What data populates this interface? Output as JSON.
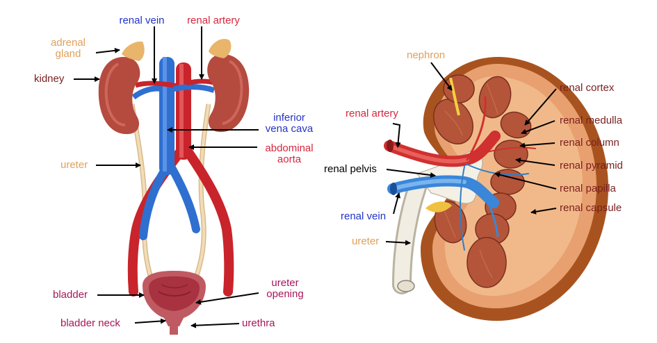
{
  "colors": {
    "label_red": "#d7263d",
    "label_blue": "#2233c8",
    "label_maroon": "#7a1e1e",
    "label_magenta": "#a8155a",
    "label_orange": "#e0a05a",
    "label_black": "#000000",
    "artery": "#c9242b",
    "vein": "#2f6fd0",
    "ureter_tube": "#e8cfa0",
    "kidney": "#b54a3f",
    "bladder": "#b8434f",
    "capsule": "#a8531f"
  },
  "left_diagram": {
    "renal_vein": "renal vein",
    "renal_artery": "renal artery",
    "adrenal_gland_line1": "adrenal",
    "adrenal_gland_line2": "gland",
    "kidney": "kidney",
    "inferior_vena_cava_line1": "inferior",
    "inferior_vena_cava_line2": "vena cava",
    "abdominal_aorta_line1": "abdominal",
    "abdominal_aorta_line2": "aorta",
    "ureter": "ureter",
    "bladder": "bladder",
    "ureter_opening_line1": "ureter",
    "ureter_opening_line2": "opening",
    "bladder_neck": "bladder neck",
    "urethra": "urethra"
  },
  "right_diagram": {
    "nephron": "nephron",
    "renal_cortex": "renal cortex",
    "renal_artery": "renal artery",
    "renal_medulla": "renal medulla",
    "renal_column": "renal column",
    "renal_pelvis": "renal pelvis",
    "renal_pyramid": "renal pyramid",
    "renal_papilla": "renal papilla",
    "renal_vein": "renal vein",
    "renal_capsule": "renal capsule",
    "ureter": "ureter"
  }
}
